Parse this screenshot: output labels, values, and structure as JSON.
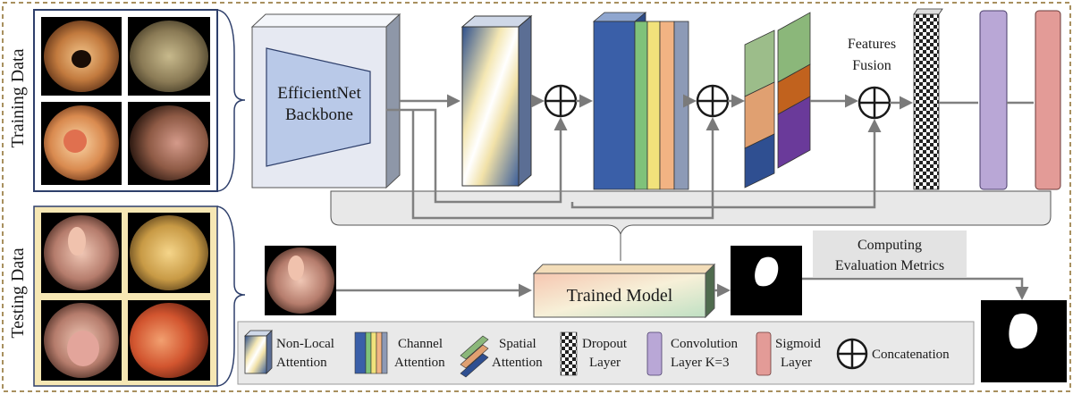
{
  "training_label": "Training Data",
  "testing_label": "Testing Data",
  "backbone_label_line1": "EfficientNet",
  "backbone_label_line2": "Backbone",
  "features_fusion_line1": "Features",
  "features_fusion_line2": "Fusion",
  "trained_model_label": "Trained Model",
  "metrics_line1": "Computing",
  "metrics_line2": "Evaluation Metrics",
  "legend": {
    "non_local_line1": "Non-Local",
    "non_local_line2": "Attention",
    "channel_line1": "Channel",
    "channel_line2": "Attention",
    "spatial_line1": "Spatial",
    "spatial_line2": "Attention",
    "dropout_line1": "Dropout",
    "dropout_line2": "Layer",
    "conv_line1": "Convolution",
    "conv_line2": "Layer K=3",
    "sigmoid_line1": "Sigmoid",
    "sigmoid_line2": "Layer",
    "concat": "Concatenation"
  },
  "colors": {
    "frame_dash": "#8b6b2a",
    "train_panel": "#ffffff",
    "test_panel": "#f6e7b4",
    "conv": "#b9a7d6",
    "sigmoid": "#e39b97",
    "backbone_face": "#e6e9f2",
    "backbone_trap": "#b9c9e8",
    "arrow": "#808080",
    "legend_bg": "#e9e9e9"
  }
}
